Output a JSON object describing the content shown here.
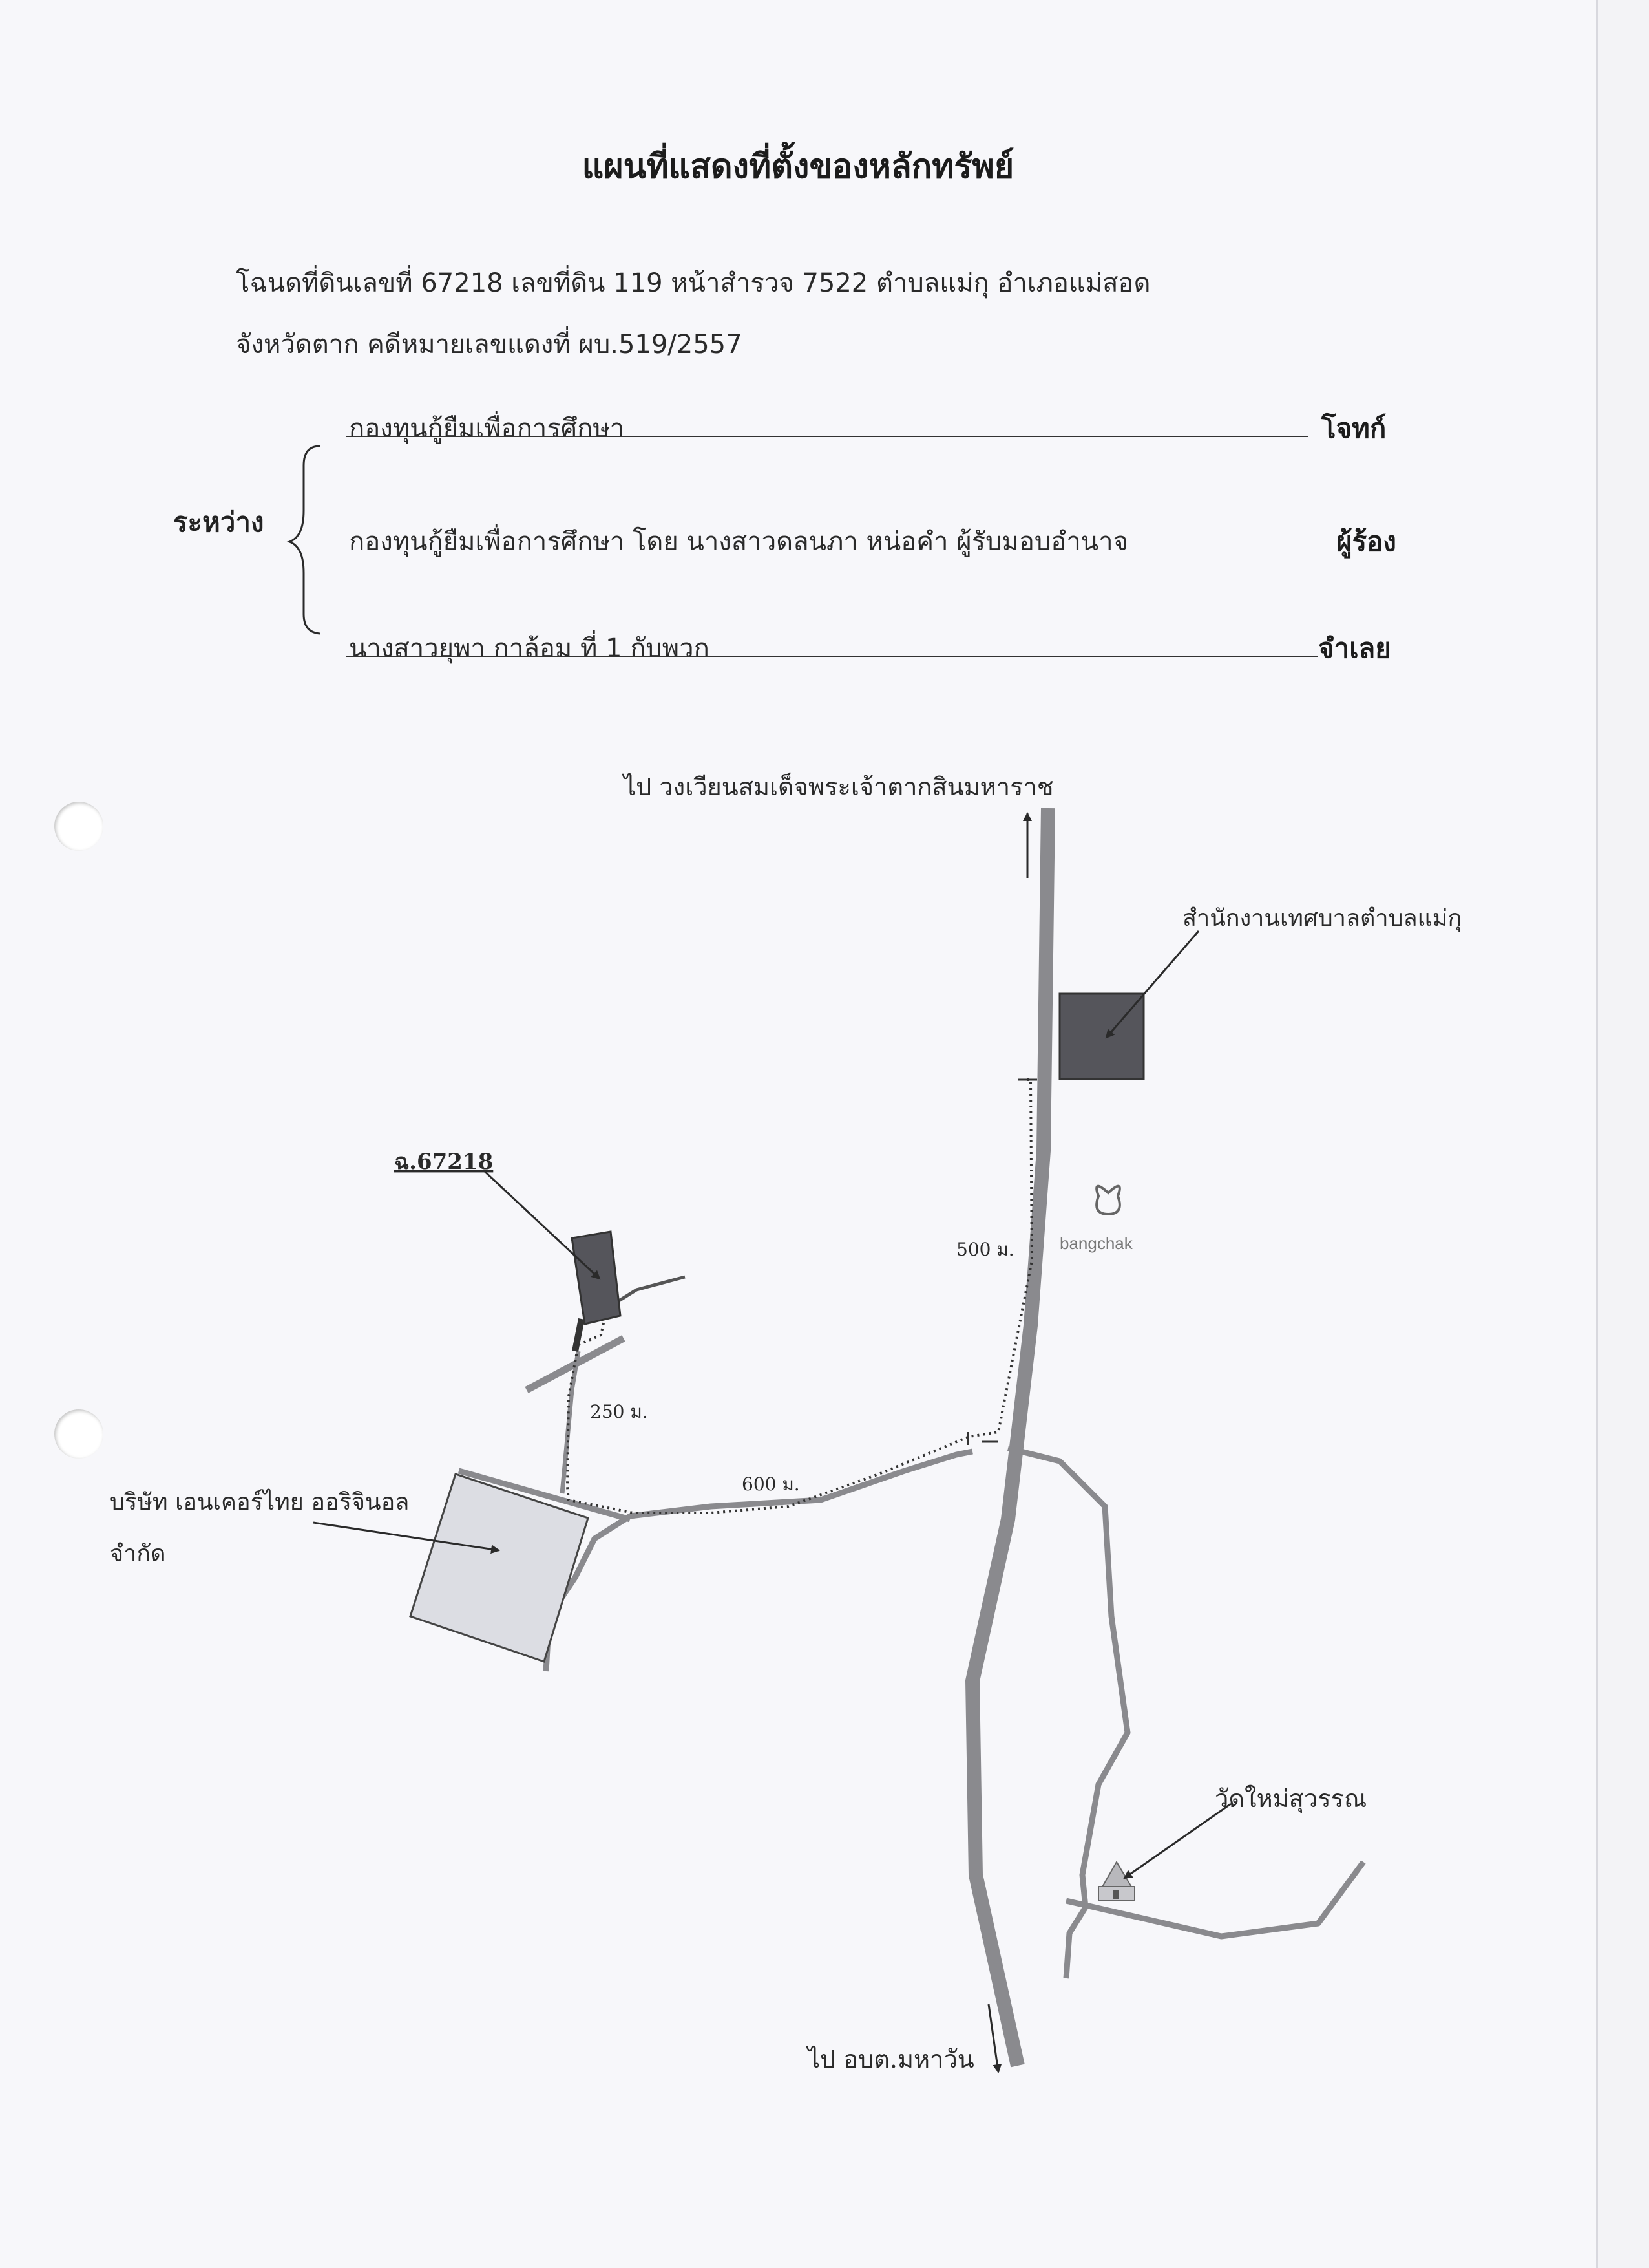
{
  "header": {
    "title": "แผนที่แสดงที่ตั้งของหลักทรัพย์",
    "deed_line": "โฉนดที่ดินเลขที่  67218  เลขที่ดิน  119  หน้าสำรวจ  7522  ตำบลแม่กุ  อำเภอแม่สอด",
    "case_line": "จังหวัดตาก   คดีหมายเลขแดงที่   ผบ.519/2557"
  },
  "parties": {
    "between_label": "ระหว่าง",
    "plaintiff_name": "กองทุนกู้ยืมเพื่อการศึกษา",
    "plaintiff_role": "โจทก์",
    "petitioner_name": "กองทุนกู้ยืมเพื่อการศึกษา  โดย  นางสาวดลนภา  หน่อคำ  ผู้รับมอบอำนาจ",
    "petitioner_role": "ผู้ร้อง",
    "defendant_name": "นางสาวยุพา  กาล้อม   ที่  1  กับพวก",
    "defendant_role": "จำเลย"
  },
  "map": {
    "north_direction": "ไป วงเวียนสมเด็จพระเจ้าตากสินมหาราช",
    "south_direction": "ไป อบต.มหาวัน",
    "municipal_office": "สำนักงานเทศบาลตำบลแม่กุ",
    "parcel_label": "ฉ.67218",
    "gas_station": "bangchak",
    "company_line1": "บริษัท เอนเคอร์ไทย ออริจินอล",
    "company_line2": "จำกัด",
    "temple": "วัดใหม่สุวรรณ",
    "dist_500": "500 ม.",
    "dist_600": "600 ม.",
    "dist_250": "250 ม."
  },
  "colors": {
    "road": "#8a8a8e",
    "building_dark": "#55555b",
    "company_fill": "#dcdde3",
    "ink": "#2a2a2a"
  }
}
